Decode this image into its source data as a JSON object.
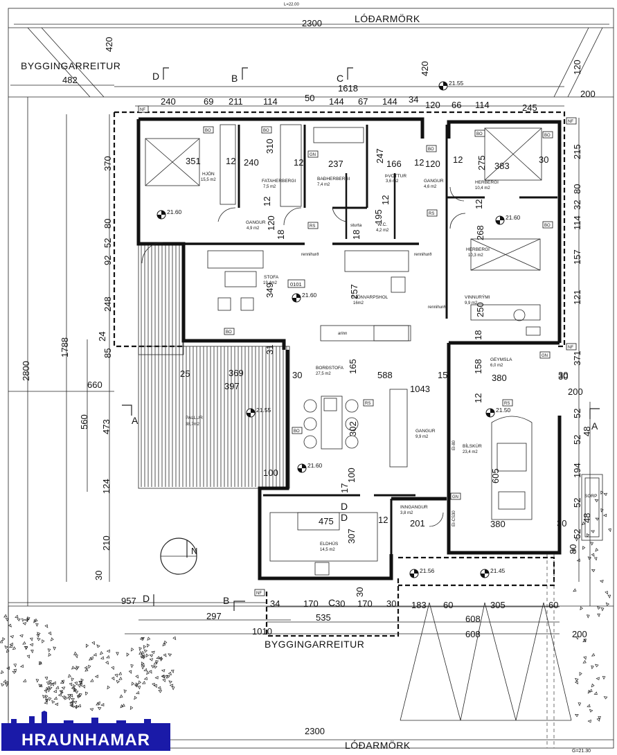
{
  "header": {
    "top_scale": "L=22.00",
    "bottom_scale": "G=21.30"
  },
  "labels": {
    "lodarmork_top": "LÓÐARMÖRK",
    "lodarmork_bottom": "LÓÐARMÖRK",
    "byggingarreitur_top": "BYGGINGARREITUR",
    "byggingarreitur_bottom": "BYGGINGARREITUR",
    "drawing_no": "0101",
    "north": "N"
  },
  "rooms": {
    "hjon": {
      "name": "HJÓN",
      "area": "15,5 m2"
    },
    "fataherbergi": {
      "name": "FATAHERBERGI",
      "area": "7,5 m2"
    },
    "badherbergi": {
      "name": "BAÐHERBERGI",
      "area": "7,4 m2"
    },
    "thvottur": {
      "name": "ÞVOTTUR",
      "area": "3,6 m2"
    },
    "gangur_top": {
      "name": "GANGUR",
      "area": "4,6 m2"
    },
    "herbergi1": {
      "name": "HERBERGI",
      "area": "10,4 m2"
    },
    "gangur_left": {
      "name": "GANGUR",
      "area": "4,9 m2"
    },
    "wc": {
      "name": "W.C.",
      "area": "4,2 m2"
    },
    "sturta": {
      "name": "sturta"
    },
    "herbergi2": {
      "name": "HERBERGI",
      "area": "10,3 m2"
    },
    "stofa": {
      "name": "STOFA",
      "area": "19,4m2"
    },
    "sjonvarpsthol": {
      "name": "SJÓNVARPSHOL",
      "area": "16m2"
    },
    "vinnurymi": {
      "name": "VINNURÝMI",
      "area": "9,9 m2"
    },
    "bordstofa": {
      "name": "BORÐSTOFA",
      "area": "27,5 m2"
    },
    "geymsla": {
      "name": "GEYMSLA",
      "area": "6,0 m2"
    },
    "pallur": {
      "name": "PALLUR",
      "area": "38,7m2"
    },
    "gangur_mid": {
      "name": "GANGUR",
      "area": "9,9 m2"
    },
    "bilskur": {
      "name": "BÍLSKÚR",
      "area": "23,4 m2"
    },
    "inngangur": {
      "name": "INNGANGUR",
      "area": "3,8 m2"
    },
    "eldhus": {
      "name": "ELDHÚS",
      "area": "14,5 m2"
    },
    "sorp": {
      "name": "SORP"
    }
  },
  "levels": {
    "l1": "21.55",
    "l2": "21.60",
    "l3": "21.60",
    "l4": "21.60",
    "l5": "21.55",
    "l6": "21.50",
    "l7": "21.60",
    "l8": "21.56",
    "l9": "21.45",
    "l10": "21.60"
  },
  "annotations": {
    "rennihurd1": "rennihurð",
    "rennihurd2": "rennihurð",
    "rennihurd3": "rennihurð",
    "arinn": "arinn",
    "el": "El-80",
    "elcs": "EI-CS30",
    "bo1": "BO",
    "bo2": "BO",
    "bo3": "BO",
    "bo4": "BO",
    "bo5": "BO",
    "bo6": "BO",
    "bo7": "BO",
    "bo8": "BO",
    "rs1": "RS",
    "rs2": "RS",
    "rs3": "RS",
    "rs4": "RS",
    "gn1": "GN",
    "gn2": "GN",
    "gn3": "GN",
    "nf1": "NF",
    "nf2": "NF",
    "nf3": "NF",
    "nf4": "NF"
  },
  "dims_top": {
    "d2300": "2300",
    "d420a": "420",
    "d420b": "420",
    "d482": "482",
    "d1618": "1618",
    "d200": "200",
    "d240": "240",
    "d69": "69",
    "d211": "211",
    "d114a": "114",
    "d50": "50",
    "d144a": "144",
    "d67": "67",
    "d144b": "144",
    "d34": "34",
    "d120": "120",
    "d66": "66",
    "d114b": "114",
    "d245": "245"
  },
  "dims_left": {
    "d370": "370",
    "d80": "80",
    "d52": "52",
    "d92": "92",
    "d248": "248",
    "d24": "24",
    "d85": "85",
    "d1788": "1788",
    "d2800": "2800",
    "d660": "660",
    "d560": "560",
    "d473": "473",
    "d124": "124",
    "d210": "210",
    "d30": "30"
  },
  "dims_right": {
    "d215": "215",
    "d80": "80",
    "d32": "32",
    "d114": "114",
    "d157": "157",
    "d121": "121",
    "d371": "371",
    "d200": "200",
    "d52a": "52",
    "d52b": "52",
    "d48a": "48",
    "d194": "194",
    "d52c": "52",
    "d48b": "48",
    "d52d": "52",
    "d80b": "80",
    "d120": "120",
    "d30a": "30",
    "d30b": "30"
  },
  "dims_inside": {
    "d351": "351",
    "d12a": "12",
    "d240": "240",
    "d12b": "12",
    "d237": "237",
    "d166": "166",
    "d12c": "12",
    "d120": "120",
    "d12d": "12",
    "d275": "275",
    "d383": "383",
    "d30a": "30",
    "d310": "310",
    "d247": "247",
    "d12e": "12",
    "d120b": "120",
    "d18a": "18",
    "d18b": "18",
    "d195": "195",
    "d12f": "12",
    "d268": "268",
    "d12g": "12",
    "d349": "349",
    "d257": "257",
    "d250": "250",
    "d18c": "18",
    "d31": "31",
    "d158": "158",
    "d12h": "12",
    "d380a": "380",
    "d30b": "30",
    "d25": "25",
    "d369": "369",
    "d397": "397",
    "d30c": "30",
    "d165": "165",
    "d588": "588",
    "d15": "15",
    "d1043": "1043",
    "d302": "302",
    "d605": "605",
    "d100a": "100",
    "d17": "17",
    "d100b": "100",
    "d475": "475",
    "d12i": "12",
    "d201": "201",
    "d307": "307",
    "d380b": "380",
    "d30d": "30"
  },
  "dims_bottom": {
    "d957": "957",
    "d34": "34",
    "d170a": "170",
    "d30": "30",
    "d170b": "170",
    "d30b": "30",
    "d183": "183",
    "d60a": "60",
    "d305": "305",
    "d60b": "60",
    "d297": "297",
    "d535": "535",
    "d608a": "608",
    "d608b": "608",
    "d1010": "1010",
    "d2300": "2300",
    "d200": "200"
  },
  "sections": {
    "a1": "A",
    "a2": "A",
    "b1": "B",
    "b2": "B",
    "c1": "C",
    "c2": "C",
    "d1": "D",
    "d2": "D",
    "d3": "D",
    "d4": "D"
  },
  "logo": {
    "text": "HRAUNHAMAR"
  }
}
